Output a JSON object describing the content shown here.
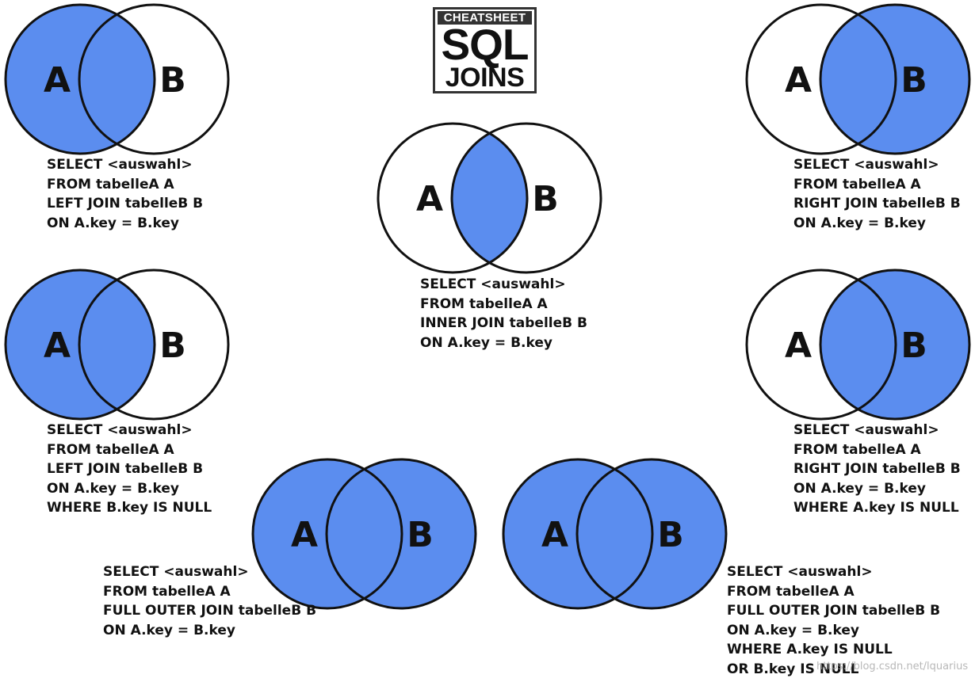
{
  "title": {
    "top": "CHEATSHEET",
    "main": "SQL",
    "sub": "JOINS"
  },
  "colors": {
    "fill": "#5b8def",
    "stroke": "#111111",
    "background": "#ffffff"
  },
  "joins": [
    {
      "label_a": "A",
      "label_b": "B",
      "shade": "left-full",
      "sql": [
        "SELECT <auswahl>",
        "FROM tabelleA A",
        "LEFT JOIN tabelleB B",
        "ON A.key = B.key"
      ]
    },
    {
      "label_a": "A",
      "label_b": "B",
      "shade": "intersection",
      "sql": [
        "SELECT <auswahl>",
        "FROM tabelleA A",
        "INNER JOIN tabelleB B",
        "ON A.key = B.key"
      ]
    },
    {
      "label_a": "A",
      "label_b": "B",
      "shade": "right-full",
      "sql": [
        "SELECT <auswahl>",
        "FROM tabelleA A",
        "RIGHT JOIN tabelleB B",
        "ON A.key = B.key"
      ]
    },
    {
      "label_a": "A",
      "label_b": "B",
      "shade": "left-only",
      "sql": [
        "SELECT <auswahl>",
        "FROM tabelleA A",
        "LEFT JOIN tabelleB B",
        "ON A.key = B.key",
        "WHERE B.key IS NULL"
      ]
    },
    {
      "label_a": "A",
      "label_b": "B",
      "shade": "right-only",
      "sql": [
        "SELECT <auswahl>",
        "FROM tabelleA A",
        "RIGHT JOIN tabelleB B",
        "ON A.key = B.key",
        "WHERE A.key IS NULL"
      ]
    },
    {
      "label_a": "A",
      "label_b": "B",
      "shade": "full",
      "sql": [
        "SELECT <auswahl>",
        "FROM tabelleA A",
        "FULL OUTER JOIN tabelleB B",
        "ON A.key = B.key"
      ]
    },
    {
      "label_a": "A",
      "label_b": "B",
      "shade": "symmetric-difference",
      "sql": [
        "SELECT <auswahl>",
        "FROM tabelleA A",
        "FULL OUTER JOIN tabelleB B",
        "ON A.key = B.key",
        "WHERE A.key IS NULL",
        "OR B.key IS NULL"
      ]
    }
  ],
  "watermark": "https://blog.csdn.net/lquarius"
}
